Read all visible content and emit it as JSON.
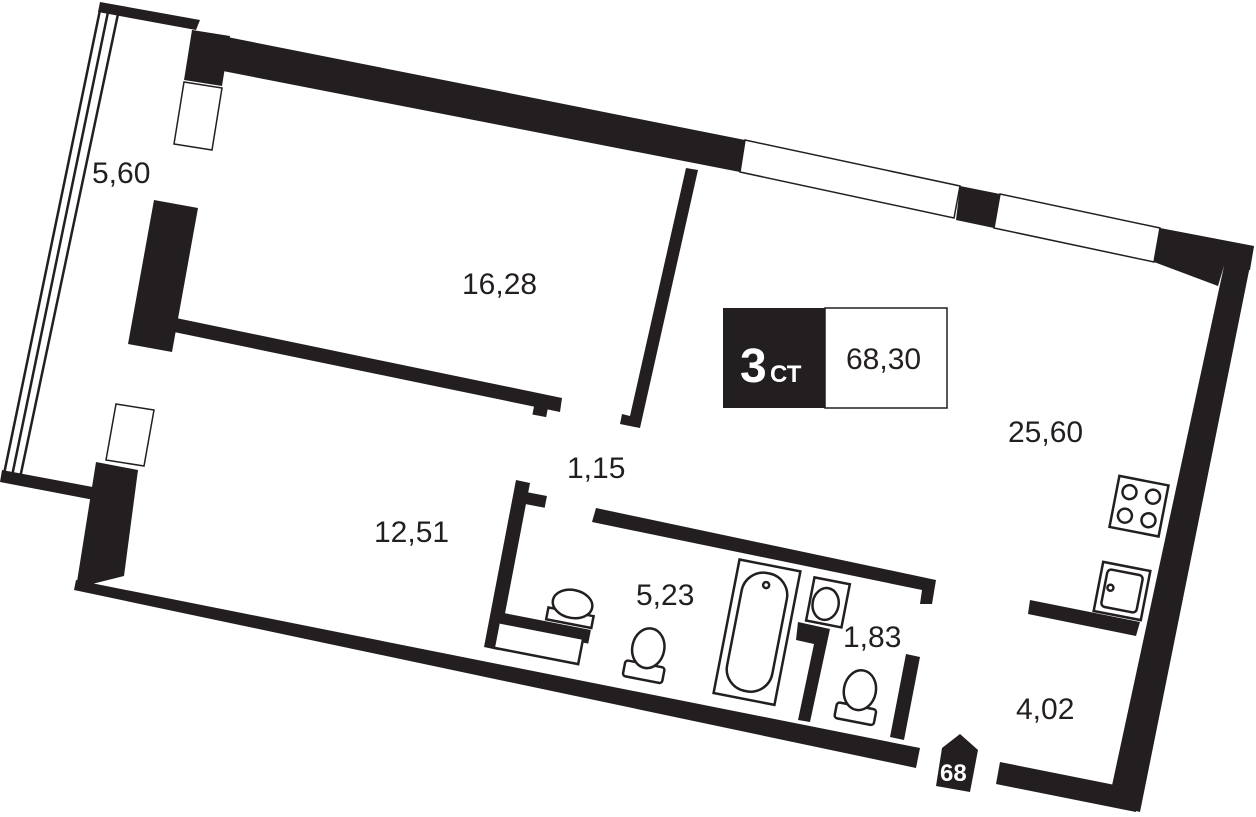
{
  "plan": {
    "rooms": [
      {
        "id": "balcony",
        "area": "5,60"
      },
      {
        "id": "bedroom-1",
        "area": "16,28"
      },
      {
        "id": "living-kitchen",
        "area": "25,60"
      },
      {
        "id": "hall",
        "area": "1,15"
      },
      {
        "id": "bedroom-2",
        "area": "12,51"
      },
      {
        "id": "bathroom",
        "area": "5,23"
      },
      {
        "id": "wc",
        "area": "1,83"
      },
      {
        "id": "entrance",
        "area": "4,02"
      }
    ],
    "badge": {
      "type_number": "3",
      "type_suffix": "СТ",
      "total_area": "68,30"
    },
    "apartment_number": "68",
    "colors": {
      "wall": "#231f20",
      "background": "#ffffff",
      "badge_fill": "#231f20"
    }
  }
}
